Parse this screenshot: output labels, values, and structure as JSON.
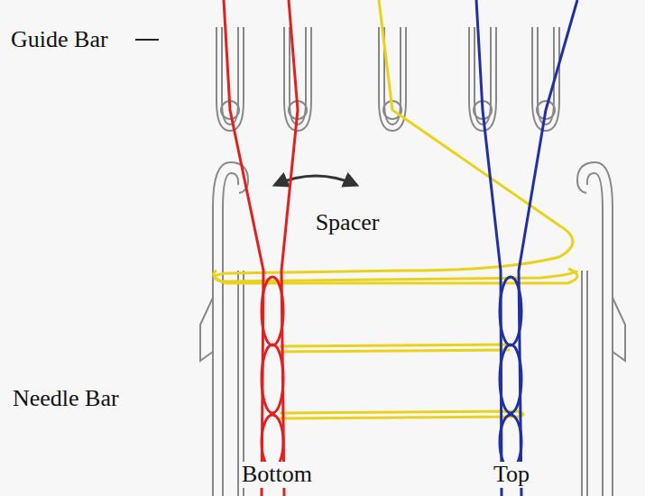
{
  "diagram": {
    "labels": [
      "Guide Bar",
      "Spacer",
      "Needle Bar",
      "Bottom",
      "Top"
    ]
  }
}
